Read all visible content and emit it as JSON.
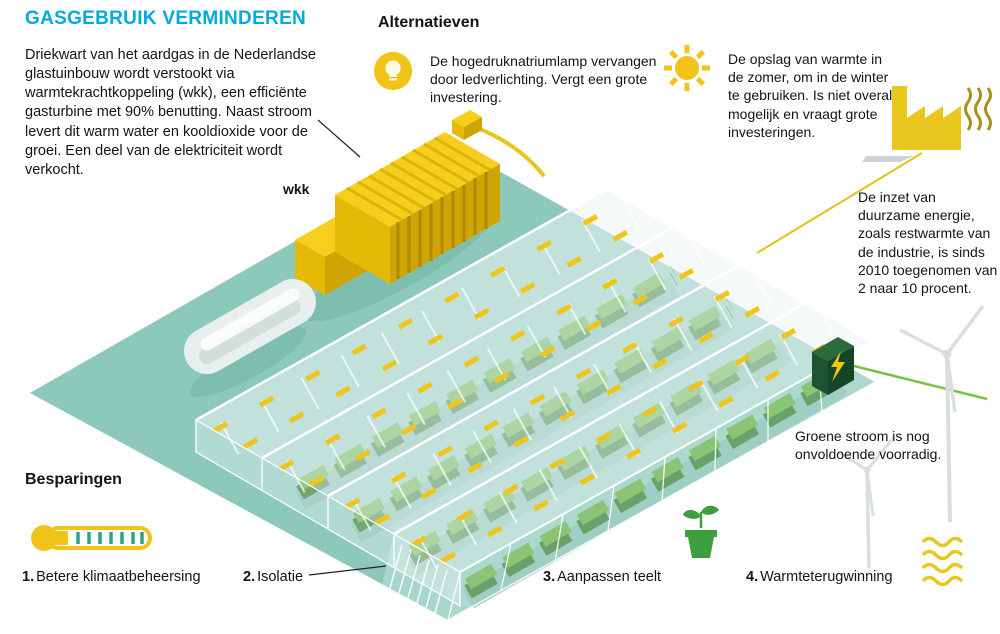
{
  "title": "GASGEBRUIK VERMINDEREN",
  "intro": "Driekwart van het aardgas in de Nederlandse glastuinbouw wordt verstookt via warmtekrachtkoppeling (wkk), een efficiënte gasturbine met 90% benutting. Naast stroom levert dit warm water en kooldioxide voor de groei. Een deel van de elektriciteit wordt verkocht.",
  "wkk_label": "wkk",
  "alternatives": {
    "heading": "Alternatieven",
    "led": "De hogedruknatriumlamp vervangen door ledverlichting. Vergt een grote investering.",
    "heat_storage": "De opslag van warmte in de zomer, om in de winter te gebruiken. Is niet overal mogelijk en vraagt grote investeringen.",
    "industry_heat": "De inzet van duurzame energie, zoals restwarmte van de industrie, is sinds 2010 toegenomen van 2 naar 10 procent.",
    "green_power": "Groene stroom is nog onvoldoende voorradig."
  },
  "savings": {
    "heading": "Besparingen",
    "items": [
      {
        "number": "1.",
        "label": "Betere klimaatbeheersing"
      },
      {
        "number": "2.",
        "label": "Isolatie"
      },
      {
        "number": "3.",
        "label": "Aanpassen teelt"
      },
      {
        "number": "4.",
        "label": "Warmteterugwinning"
      }
    ]
  },
  "icons": {
    "led": "lightbulb-icon",
    "heat_storage": "sun-icon",
    "industry": "factory-icon",
    "industry_waste_heat": "heat-waves-icon",
    "green_power": "wind-turbine-icon",
    "climate_control": "thermometer-icon",
    "crop": "plant-pot-icon",
    "heat_recovery": "heat-waves-icon",
    "power_unit": "lightning-icon"
  },
  "colors": {
    "accent": "#00a9e0",
    "yellow": "#f2c41a",
    "teal_base": "#8dc9ba",
    "crop_green": "#5fae41",
    "crop_dark": "#2e7d33",
    "line_green": "#7ac143",
    "dark_unit_green": "#1c5330"
  }
}
